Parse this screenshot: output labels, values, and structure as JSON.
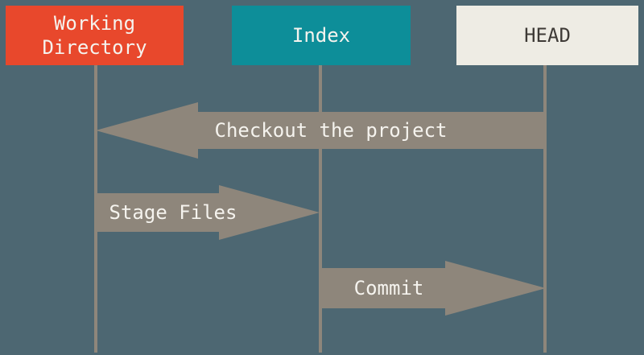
{
  "colors": {
    "background": "#4d6772",
    "arrow": "#8e867b",
    "lifeline": "#8e867b",
    "working_directory_box": "#e8482c",
    "index_box": "#0d8e99",
    "head_box": "#eeece4",
    "light_text": "#f5f3ee",
    "dark_text": "#3e3a36"
  },
  "boxes": [
    {
      "id": "working-directory",
      "label": "Working Directory"
    },
    {
      "id": "index",
      "label": "Index"
    },
    {
      "id": "head",
      "label": "HEAD"
    }
  ],
  "arrows": [
    {
      "id": "checkout",
      "label": "Checkout the project",
      "direction": "left",
      "from": "HEAD",
      "to": "Working Directory"
    },
    {
      "id": "stage",
      "label": "Stage Files",
      "direction": "right",
      "from": "Working Directory",
      "to": "Index"
    },
    {
      "id": "commit",
      "label": "Commit",
      "direction": "right",
      "from": "Index",
      "to": "HEAD"
    }
  ]
}
